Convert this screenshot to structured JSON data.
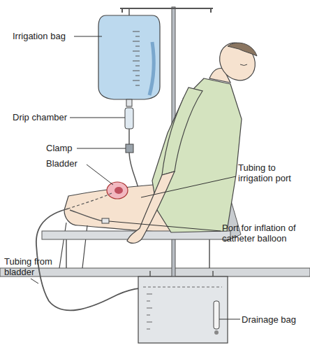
{
  "diagram": {
    "labels": [
      "Irrigation bag",
      "Drip chamber",
      "Clamp",
      "Bladder",
      "Tubing to irrigation port",
      "Port for inflation of catheter balloon",
      "Tubing from bladder",
      "Drainage bag"
    ]
  }
}
